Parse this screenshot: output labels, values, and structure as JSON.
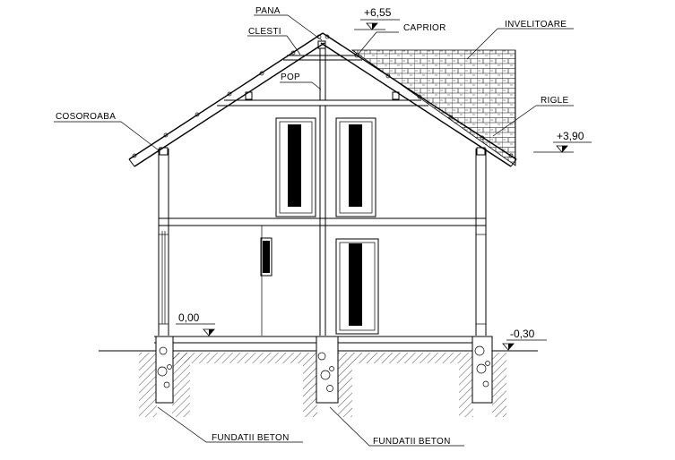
{
  "labels": {
    "pana": "PANA",
    "clesti": "CLESTI",
    "caprior": "CAPRIOR",
    "invelitoare": "INVELITOARE",
    "pop": "POP",
    "rigle": "RIGLE",
    "cosoroaba": "COSOROABA",
    "fundatii_1": "FUNDATII BETON",
    "fundatii_2": "FUNDATII BETON"
  },
  "levels": {
    "ridge": "+6,55",
    "eave": "+3,90",
    "floor": "0,00",
    "ground": "-0,30"
  }
}
